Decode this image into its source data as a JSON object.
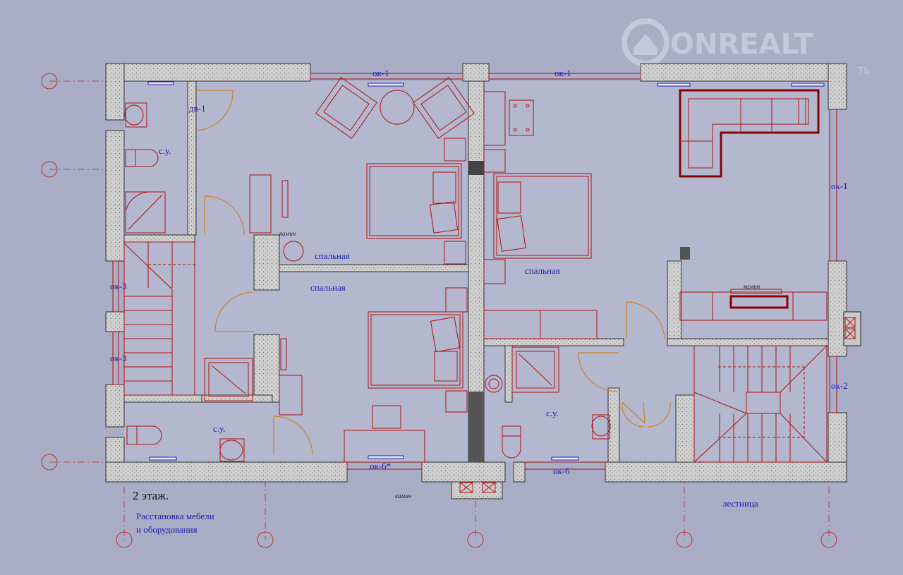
{
  "watermark": {
    "brand": "ONREALT",
    "suffix": "ть"
  },
  "title": {
    "floor": "2 этаж.",
    "note_line1": "Расстановка мебели",
    "note_line2": "и оборудования"
  },
  "labels": {
    "window_1a": "ок-1",
    "window_1b": "ок-1",
    "window_1c": "ок-1",
    "window_2": "ок-2",
    "window_3a": "ок-3",
    "window_3b": "ок-3",
    "window_6a": "ок-6*",
    "window_6b": "ок-6",
    "door_1": "дв-1",
    "bath_1": "с.у.",
    "bath_2": "с.у.",
    "bath_3": "с.у.",
    "bedroom_1": "спальная",
    "bedroom_2": "спальная",
    "bedroom_3": "спальная",
    "fireplace_1": "камин",
    "fireplace_2": "камин",
    "fireplace_3": "камин",
    "stairs": "лестница"
  }
}
